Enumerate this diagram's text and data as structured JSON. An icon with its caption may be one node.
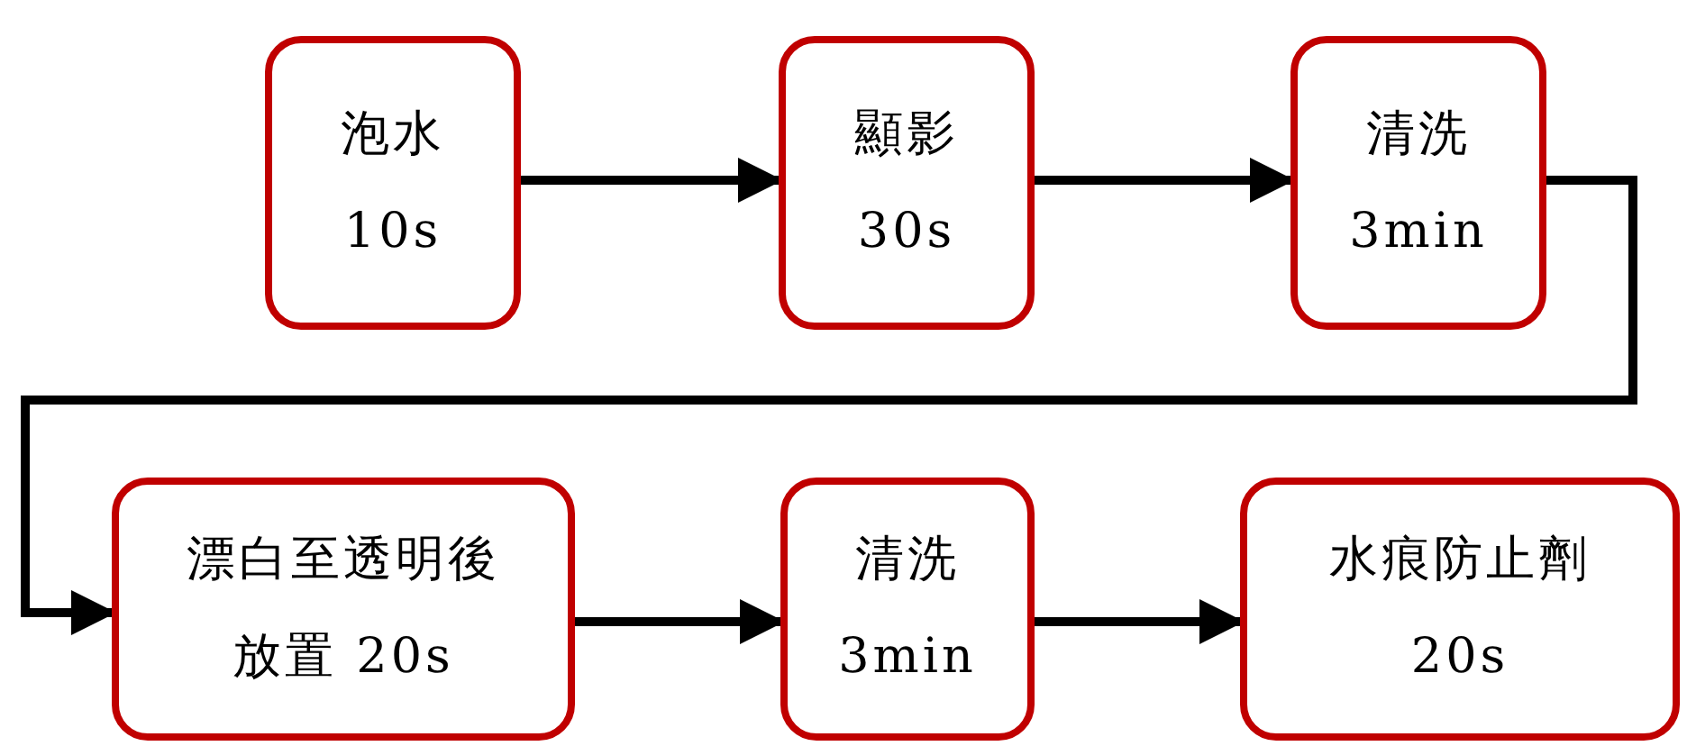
{
  "diagram": {
    "nodes": [
      {
        "text": [
          "泡水",
          "10s"
        ]
      },
      {
        "text": [
          "顯影",
          "30s"
        ]
      },
      {
        "text": [
          "清洗",
          "3min"
        ]
      },
      {
        "text": [
          "漂白至透明後",
          "放置 20s"
        ]
      },
      {
        "text": [
          "清洗",
          "3min"
        ]
      },
      {
        "text": [
          "水痕防止劑",
          "20s"
        ]
      }
    ],
    "edges": [
      {
        "from": 0,
        "to": 1,
        "arrow": "to"
      },
      {
        "from": 1,
        "to": 2,
        "arrow": "to"
      },
      {
        "from": 2,
        "to": 3,
        "arrow": "to"
      },
      {
        "from": 3,
        "to": 4,
        "arrow": "to"
      },
      {
        "from": 4,
        "to": 5,
        "arrow": "to"
      }
    ]
  }
}
